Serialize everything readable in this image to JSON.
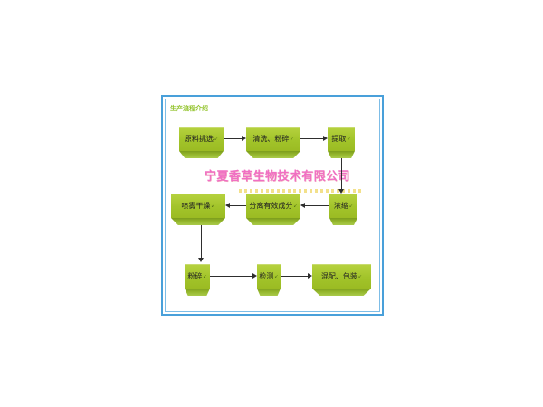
{
  "page": {
    "title": "生产流程介绍"
  },
  "watermark": {
    "text": "宁夏香草生物技术有限公司",
    "color": "#f06fc3",
    "underline_color": "#f2df85"
  },
  "flowchart": {
    "eol_mark": "↙",
    "nodes": {
      "r1c1": {
        "label": "原料挑选"
      },
      "r1c2": {
        "label": "清洗、粉碎"
      },
      "r1c3": {
        "label": "提取"
      },
      "r2c1": {
        "label": "喷雾干燥"
      },
      "r2c2": {
        "label": "分离有效成分"
      },
      "r2c3": {
        "label": "浓缩"
      },
      "r3c1": {
        "label": "粉碎"
      },
      "r3c2": {
        "label": "检测"
      },
      "r3c3": {
        "label": "混配、包装"
      }
    },
    "flow_order": [
      "原料挑选",
      "清洗、粉碎",
      "提取",
      "浓缩",
      "分离有效成分",
      "喷雾干燥",
      "粉碎",
      "检测",
      "混配、包装"
    ],
    "edges": [
      {
        "from": "原料挑选",
        "to": "清洗、粉碎",
        "direction": "right"
      },
      {
        "from": "清洗、粉碎",
        "to": "提取",
        "direction": "right"
      },
      {
        "from": "提取",
        "to": "浓缩",
        "direction": "down"
      },
      {
        "from": "浓缩",
        "to": "分离有效成分",
        "direction": "left"
      },
      {
        "from": "分离有效成分",
        "to": "喷雾干燥",
        "direction": "left"
      },
      {
        "from": "喷雾干燥",
        "to": "粉碎",
        "direction": "down"
      },
      {
        "from": "粉碎",
        "to": "检测",
        "direction": "right"
      },
      {
        "from": "检测",
        "to": "混配、包装",
        "direction": "right"
      }
    ]
  },
  "colors": {
    "frame_border_outer": "#49a0da",
    "frame_border_inner": "#7dbde7",
    "node_fill": "#a2c42a",
    "node_base": "#94b62c",
    "title_text": "#92c32b",
    "arrow": "#2e2e2e",
    "background": "#ffffff"
  }
}
